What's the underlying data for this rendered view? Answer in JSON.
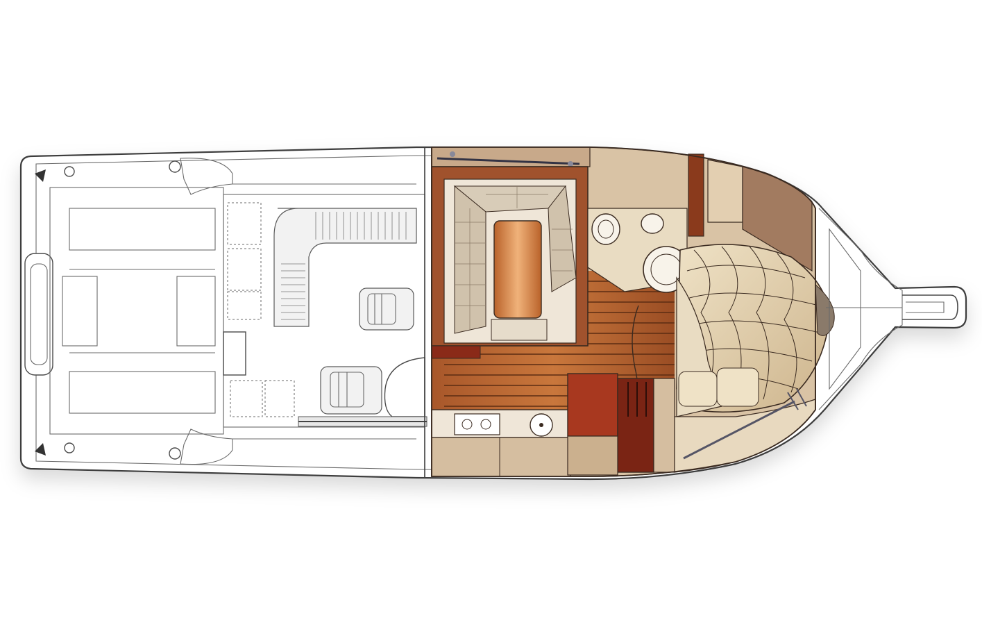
{
  "image": {
    "kind": "boat-deck-plan",
    "view": "top-down",
    "bow_direction": "right",
    "regions": [
      "cockpit",
      "helm-deck",
      "salon",
      "head",
      "galley",
      "dinette",
      "v-berth",
      "bow-pulpit"
    ],
    "colors": {
      "background": "#ffffff",
      "outline": "#4a4a4a",
      "cabin_teak": "#8a4a22",
      "cabin_wall": "#a0522d",
      "cabin_tan": "#d9c3a5",
      "cushion": "#e9dcc2",
      "deep_red": "#7a2414"
    }
  }
}
